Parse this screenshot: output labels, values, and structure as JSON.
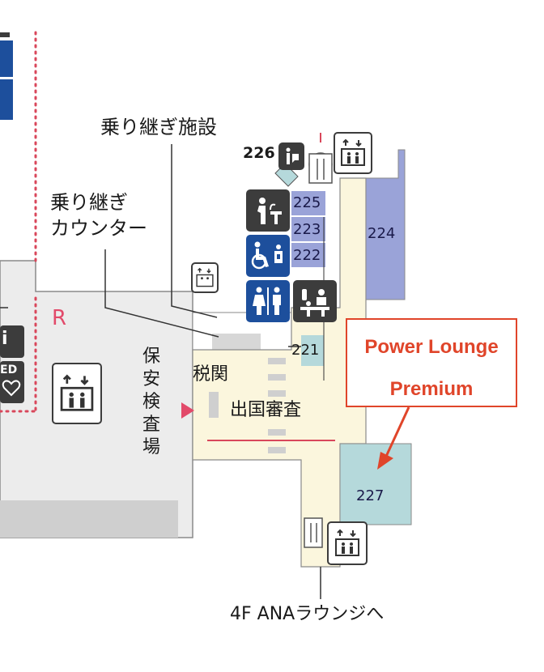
{
  "labels": {
    "transfer_facility": "乗り継ぎ施設",
    "transfer_counter_line1": "乗り継ぎ",
    "transfer_counter_line2": "カウンター",
    "restricted_marker": "R",
    "security_line1": "保",
    "security_line2": "安",
    "security_line3": "検",
    "security_line4": "査",
    "security_line5": "場",
    "customs": "税関",
    "immigration": "出国審査",
    "to_ana_lounge": "4F ANAラウンジへ",
    "aed": "ED"
  },
  "gates": {
    "g226": "226",
    "g225": "225",
    "g223": "223",
    "g222": "222",
    "g224": "224",
    "g221": "221",
    "g227": "227"
  },
  "callout": {
    "line1": "Power Lounge",
    "line2": "Premium"
  },
  "colors": {
    "accent_red": "#e0452a",
    "dotted_line": "#d9475b",
    "gate_blue": "#9aa3d8",
    "lounge_teal": "#b5d9db",
    "icon_blue": "#1d4f9c",
    "icon_dark": "#3c3c3c",
    "floor_gray": "#ececec",
    "corridor_cream": "#fbf6dd"
  },
  "icons": [
    "elevator-icon",
    "escalator-icon",
    "information-icon",
    "drinking-fountain-icon",
    "accessible-toilet-icon",
    "ostomate-icon",
    "restroom-icon",
    "baby-care-icon",
    "aed-icon"
  ]
}
